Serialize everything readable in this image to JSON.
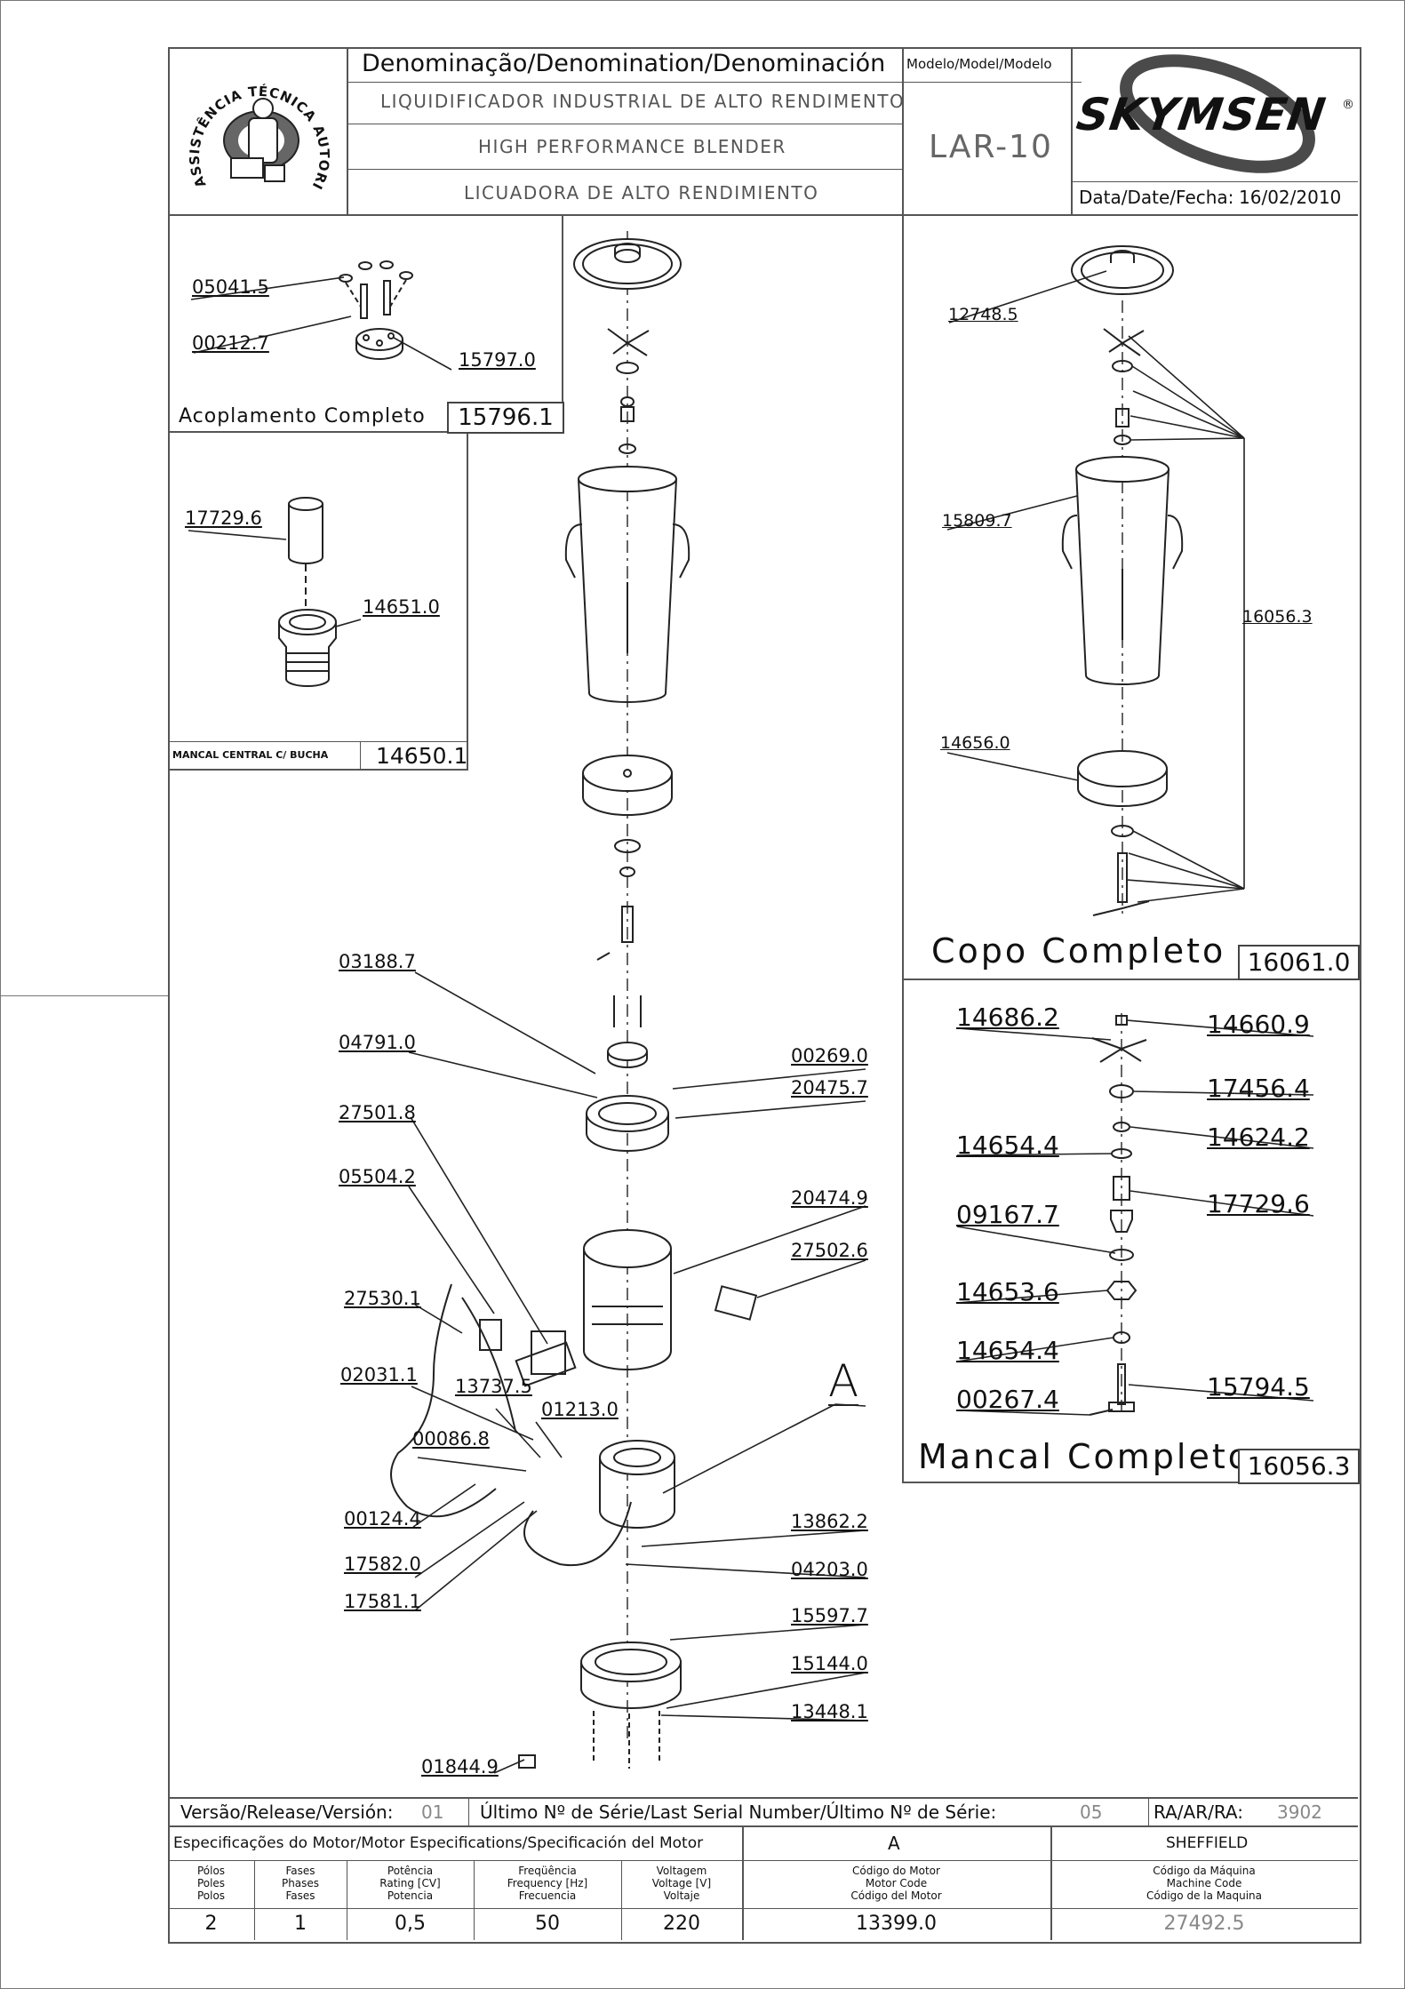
{
  "header": {
    "denomination_label": "Denominação/Denomination/Denominación",
    "names": [
      "LIQUIDIFICADOR INDUSTRIAL DE ALTO RENDIMENTO",
      "HIGH PERFORMANCE BLENDER",
      "LICUADORA DE ALTO RENDIMIENTO"
    ],
    "model_label": "Modelo/Model/Modelo",
    "model_value": "LAR-10",
    "brand": "SKYMSEN",
    "brand_mark": "®",
    "date_label": "Data/Date/Fecha:",
    "date_value": "16/02/2010",
    "seal_text": "ASSISTÊNCIA TÉCNICA AUTORIZADA"
  },
  "inset_coupling": {
    "title": "Acoplamento Completo",
    "code": "15796.1",
    "parts": [
      "05041.5",
      "00212.7",
      "15797.0"
    ]
  },
  "inset_bearing": {
    "title": "MANCAL CENTRAL C/ BUCHA",
    "code": "14650.1",
    "parts": [
      "17729.6",
      "14651.0"
    ]
  },
  "inset_cup": {
    "title": "Copo Completo",
    "code": "16061.0",
    "parts": [
      "12748.5",
      "15809.7",
      "16056.3",
      "14656.0"
    ]
  },
  "inset_mancal": {
    "title": "Mancal Completo",
    "code": "16056.3",
    "parts_left": [
      "14686.2",
      "14654.4",
      "09167.7",
      "14653.6",
      "14654.4",
      "00267.4"
    ],
    "parts_right": [
      "14660.9",
      "17456.4",
      "14624.2",
      "17729.6",
      "15794.5"
    ]
  },
  "main_parts": {
    "left": [
      "03188.7",
      "04791.0",
      "27501.8",
      "05504.2",
      "27530.1",
      "02031.1",
      "13737.5",
      "01213.0",
      "00086.8",
      "00124.4",
      "17582.0",
      "17581.1",
      "01844.9"
    ],
    "right": [
      "00269.0",
      "20475.7",
      "20474.9",
      "27502.6",
      "13862.2",
      "04203.0",
      "15597.7",
      "15144.0",
      "13448.1"
    ],
    "callout": "A"
  },
  "release_row": {
    "version_label": "Versão/Release/Versión:",
    "version_value": "01",
    "serial_label": "Último Nº de Série/Last Serial Number/Último Nº de Série:",
    "serial_value": "05",
    "ra_label": "RA/AR/RA:",
    "ra_value": "3902"
  },
  "motor": {
    "spec_label": "Especificações do Motor/Motor Especifications/Specificación del Motor",
    "motor_type": "A",
    "manufacturer": "SHEFFIELD",
    "columns": [
      {
        "label": "Pólos\nPoles\nPolos",
        "value": "2"
      },
      {
        "label": "Fases\nPhases\nFases",
        "value": "1"
      },
      {
        "label": "Potência\nRating [CV]\nPotencia",
        "value": "0,5"
      },
      {
        "label": "Freqüência\nFrequency [Hz]\nFrecuencia",
        "value": "50"
      },
      {
        "label": "Voltagem\nVoltage [V]\nVoltaje",
        "value": "220"
      },
      {
        "label": "Código do Motor\nMotor Code\nCódigo del Motor",
        "value": "13399.0"
      },
      {
        "label": "Código da Máquina\nMachine Code\nCódigo de la Maquina",
        "value": "27492.5"
      }
    ]
  }
}
